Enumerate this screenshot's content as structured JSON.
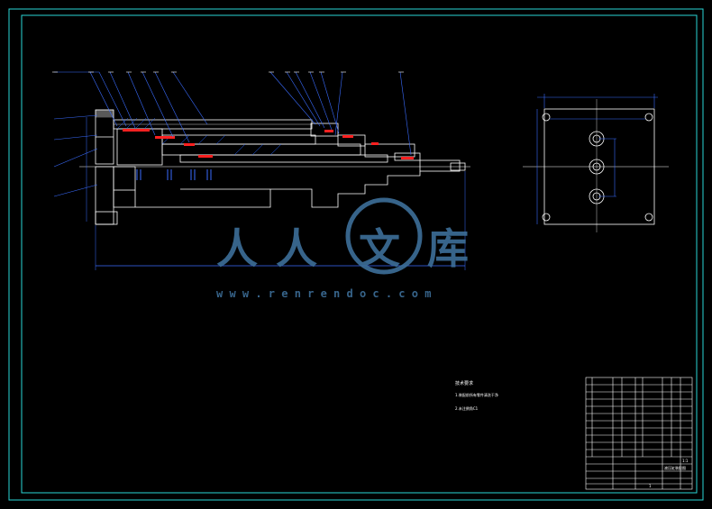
{
  "watermark": {
    "chars": [
      "人",
      "人",
      "文",
      "库"
    ],
    "url": "w w w . r e n r e n d o c . c o m"
  },
  "notes": {
    "heading": "技术要求",
    "line1": "1.装配前所有零件清洗干净",
    "line2": "2.未注倒角C1"
  },
  "title_block": {
    "drawing_title": "液压缸装配图",
    "scale": "1:1",
    "sheet": "1"
  },
  "colors": {
    "frame": "#2ad6d6",
    "line": "#ffffff",
    "seal": "#ff2020",
    "leader": "#3a6cff",
    "hatch": "#2060ff",
    "watermark": "#3d6f9a"
  }
}
